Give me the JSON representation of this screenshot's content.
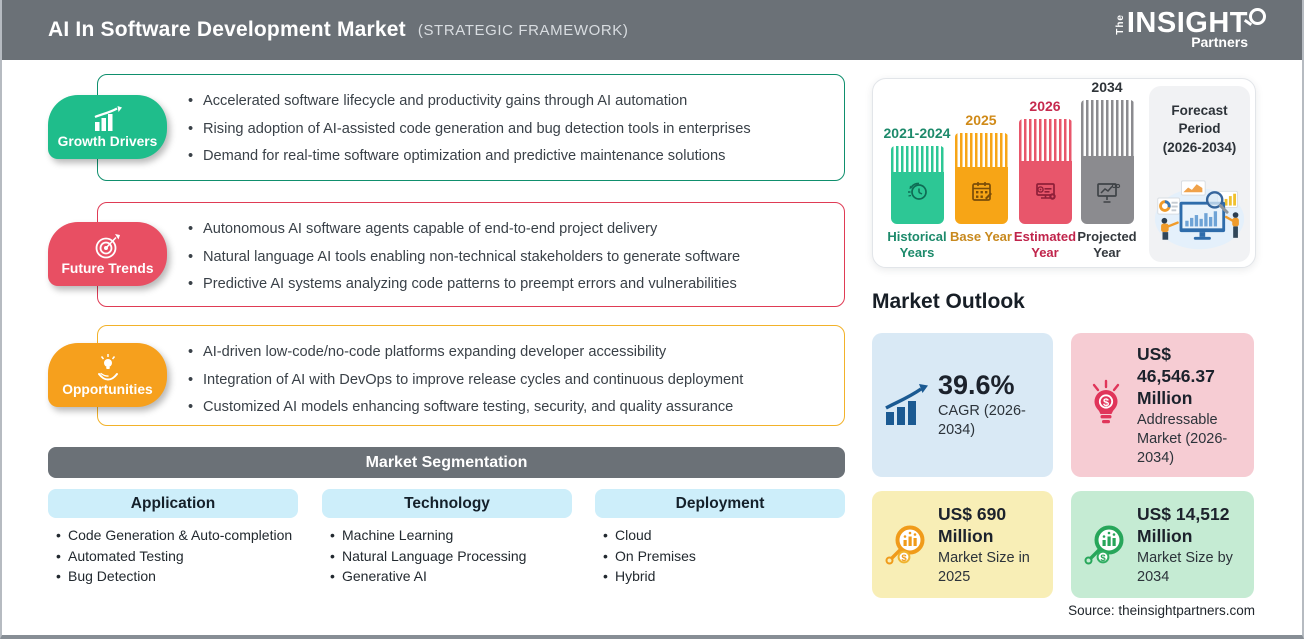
{
  "header": {
    "title": "AI In Software Development Market",
    "subtitle": "(STRATEGIC FRAMEWORK)",
    "logo": {
      "the": "The",
      "name": "INSIGHT",
      "partners": "Partners"
    }
  },
  "sections": [
    {
      "label": "Growth Drivers",
      "badge_color": "#1fbd8b",
      "border_color": "#0f8f6d",
      "icon": "growth-bars-icon",
      "bullets": [
        "Accelerated software lifecycle and productivity gains through AI automation",
        "Rising adoption of AI-assisted code generation and bug detection tools in enterprises",
        "Demand for real-time software optimization and predictive maintenance solutions"
      ]
    },
    {
      "label": "Future Trends",
      "badge_color": "#e84f63",
      "border_color": "#df3b55",
      "icon": "target-dart-icon",
      "bullets": [
        "Autonomous AI software agents capable of end-to-end project delivery",
        "Natural language AI tools enabling non-technical stakeholders to generate software",
        "Predictive AI systems analyzing code patterns to preempt errors and vulnerabilities"
      ]
    },
    {
      "label": "Opportunities",
      "badge_color": "#f6a01d",
      "border_color": "#f2b22a",
      "icon": "bulb-hand-icon",
      "bullets": [
        "AI-driven low-code/no-code platforms expanding developer accessibility",
        "Integration of AI with DevOps to improve release cycles and continuous deployment",
        "Customized AI models enhancing software testing, security, and quality assurance"
      ]
    }
  ],
  "segmentation": {
    "title": "Market Segmentation",
    "columns": [
      {
        "label": "Application",
        "items": [
          "Code Generation & Auto-completion",
          "Automated Testing",
          "Bug Detection"
        ]
      },
      {
        "label": "Technology",
        "items": [
          "Machine Learning",
          "Natural Language Processing",
          "Generative AI"
        ]
      },
      {
        "label": "Deployment",
        "items": [
          "Cloud",
          "On Premises",
          "Hybrid"
        ]
      }
    ]
  },
  "timeline": {
    "bars": [
      {
        "year": "2021-2024",
        "label": "Historical Years",
        "color": "#2dc795",
        "icon": "clock-icon"
      },
      {
        "year": "2025",
        "label": "Base Year",
        "color": "#f7a516",
        "icon": "calendar-icon"
      },
      {
        "year": "2026",
        "label": "Estimated Year",
        "color": "#e8566b",
        "icon": "computer-gear-icon"
      },
      {
        "year": "2034",
        "label": "Projected Year",
        "color": "#8b8b8f",
        "icon": "projection-screen-icon"
      }
    ],
    "forecast_label": "Forecast Period",
    "forecast_range": "(2026-2034)"
  },
  "outlook": {
    "title": "Market Outlook",
    "cards": [
      {
        "value": "39.6%",
        "desc": "CAGR (2026-2034)",
        "bg": "#d9e9f5",
        "icon": "growth-arrow-icon",
        "icon_color": "#1b5a92"
      },
      {
        "value": "US$ 46,546.37 Million",
        "desc": "Addressable Market (2026-2034)",
        "bg": "#f6ccd3",
        "icon": "bulb-dollar-icon",
        "icon_color": "#e0355a"
      },
      {
        "value": "US$ 690 Million",
        "desc": "Market Size in 2025",
        "bg": "#f8eeb6",
        "icon": "magnifier-chart-icon",
        "icon_color": "#f09b1a"
      },
      {
        "value": "US$ 14,512 Million",
        "desc": "Market Size by 2034",
        "bg": "#c5ebd3",
        "icon": "magnifier-chart-icon",
        "icon_color": "#27a65a"
      }
    ]
  },
  "source": "Source: theinsightpartners.com"
}
